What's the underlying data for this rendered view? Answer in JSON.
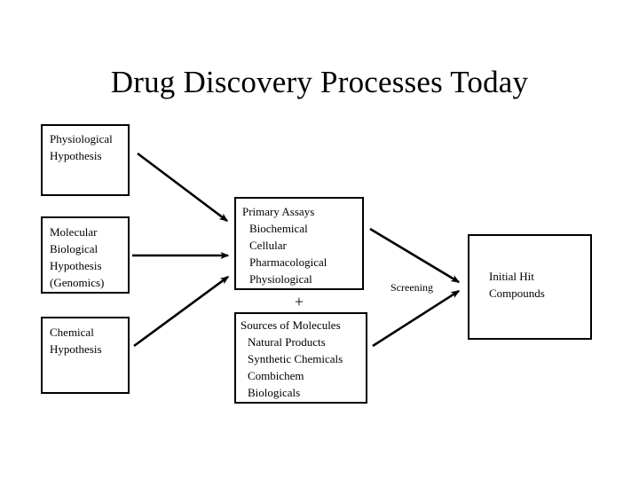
{
  "slide": {
    "title": "Drug Discovery Processes Today",
    "background_color": "#ffffff",
    "stroke_color": "#000000",
    "plus_sign": "+",
    "screening_label": "Screening"
  },
  "nodes": {
    "physiological": {
      "name": "Physiological Hypothesis",
      "lines": [
        "Physiological",
        "Hypothesis"
      ]
    },
    "molecular": {
      "name": "Molecular Biological Hypothesis (Genomics)",
      "lines": [
        "Molecular",
        "Biological",
        "Hypothesis",
        "(Genomics)"
      ]
    },
    "chemical": {
      "name": "Chemical Hypothesis",
      "lines": [
        "Chemical",
        "Hypothesis"
      ]
    },
    "primary_assays": {
      "heading": "Primary Assays",
      "items": [
        "Biochemical",
        "Cellular",
        "Pharmacological",
        "Physiological"
      ]
    },
    "sources_of_molecules": {
      "heading": "Sources of Molecules",
      "items": [
        "Natural Products",
        "Synthetic Chemicals",
        "Combichem",
        "Biologicals"
      ]
    },
    "initial_hits": {
      "lines": [
        "Initial Hit",
        "Compounds"
      ]
    }
  },
  "connectors": [
    {
      "id": "physiological-to-primary",
      "from": "physiological",
      "to": "primary_assays",
      "style": "arrow"
    },
    {
      "id": "molecular-to-primary",
      "from": "molecular",
      "to": "primary_assays",
      "style": "arrow"
    },
    {
      "id": "chemical-to-primary",
      "from": "chemical",
      "to": "primary_assays",
      "style": "arrow"
    },
    {
      "id": "primary-to-hits",
      "from": "primary_assays",
      "to": "initial_hits",
      "style": "arrow"
    },
    {
      "id": "sources-to-hits",
      "from": "sources_of_molecules",
      "to": "initial_hits",
      "style": "arrow"
    }
  ]
}
